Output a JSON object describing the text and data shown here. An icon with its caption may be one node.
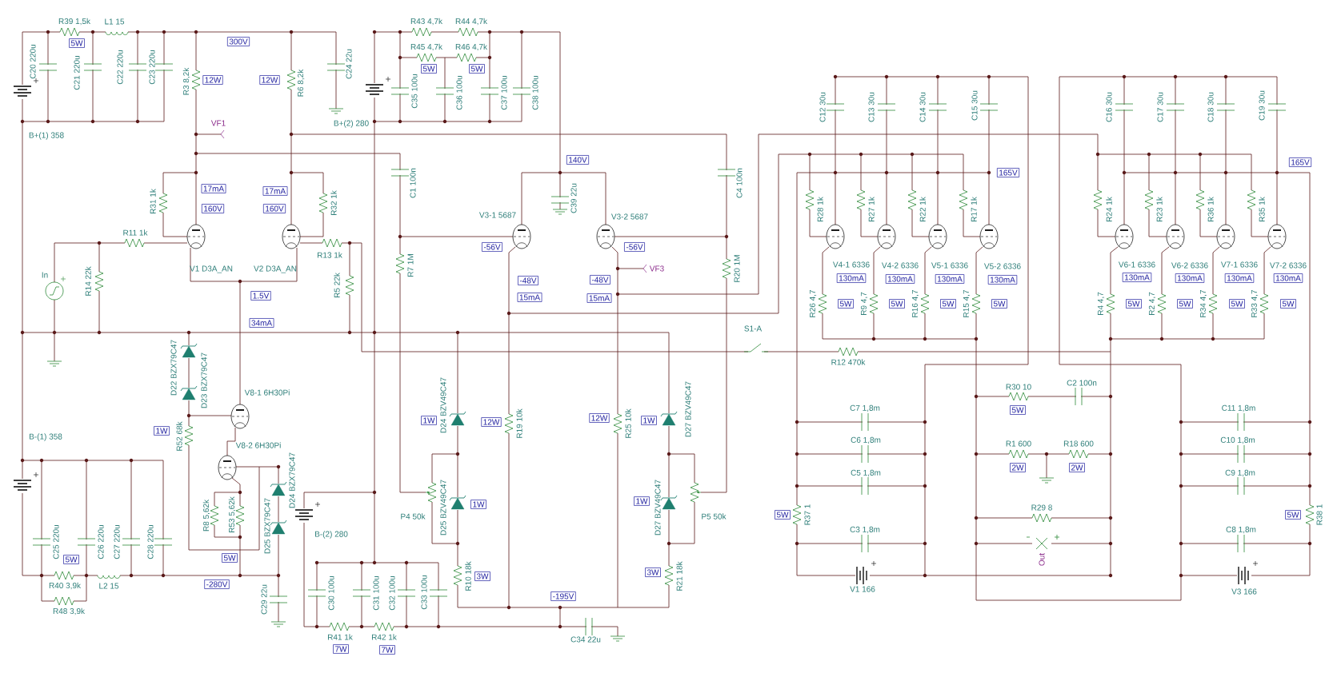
{
  "diagram": {
    "labels": [
      "R39 1,5k",
      "L1 15",
      "R43 4,7k",
      "R44 4,7k",
      "5W",
      "300V",
      "R45 4,7k",
      "R46 4,7k",
      "5W",
      "5W",
      "C20 220u",
      "C21 220u",
      "C22 220u",
      "C23 220u",
      "R3 8,2k",
      "12W",
      "12W",
      "R6 8,2k",
      "C24 22u",
      "C35 100u",
      "C36 100u",
      "C37 100u",
      "C38 100u",
      "C12 30u",
      "C13 30u",
      "C14 30u",
      "C15 30u",
      "C16 30u",
      "C17 30u",
      "C18 30u",
      "C19 30u",
      "VF1",
      "B+(2) 280",
      "B+(1) 358",
      "140V",
      "165V",
      "165V",
      "R31 1k",
      "17mA",
      "160V",
      "17mA",
      "160V",
      "R32 1k",
      "C1 100n",
      "C39 22u",
      "C4 100n",
      "R28 1k",
      "R27 1k",
      "R22 1k",
      "R17 1k",
      "R24 1k",
      "R23 1k",
      "R36 1k",
      "R35 1k",
      "V3-1 5687",
      "V3-2 5687",
      "R11 1k",
      "-56V",
      "-56V",
      "R13 1k",
      "In",
      "R14 22k",
      "V1 D3A_AN",
      "V2 D3A_AN",
      "R5 22k",
      "R7 1M",
      "-48V",
      "-48V",
      "VF3",
      "R20 1M",
      "V4-1 6336",
      "130mA",
      "V4-2 6336",
      "130mA",
      "V5-1 6336",
      "130mA",
      "V5-2 6336",
      "130mA",
      "V6-1 6336",
      "130mA",
      "V6-2 6336",
      "130mA",
      "V7-1 6336",
      "130mA",
      "V7-2 6336",
      "130mA",
      "1.5V",
      "15mA",
      "15mA",
      "R26 4,7",
      "5W",
      "R9 4,7",
      "5W",
      "R16 4,7",
      "5W",
      "R15 4,7",
      "5W",
      "R4 4,7",
      "5W",
      "R2 4,7",
      "5W",
      "R34 4,7",
      "5W",
      "R33 4,7",
      "5W",
      "34mA",
      "S1-A",
      "R12 470k",
      "D22 BZX79C47",
      "D23 BZX79C47",
      "R30 10",
      "C2 100n",
      "V8-1 6H30Pi",
      "D24 BZV49C47",
      "D27 BZV49C47",
      "C7 1,8m",
      "5W",
      "C11 1,8m",
      "1W",
      "12W",
      "R19 10k",
      "12W",
      "R25 10k",
      "1W",
      "1W",
      "R52 68k",
      "B-(1) 358",
      "V8-2 6H30Pi",
      "C6 1,8m",
      "R1 600",
      "R18 600",
      "C10 1,8m",
      "2W",
      "2W",
      "C5 1,8m",
      "C9 1,8m",
      "D24 BZX79C47",
      "1W",
      "1W",
      "D25 BZV49C47",
      "D27 BZV49C47",
      "R29 8",
      "R8 5,62k",
      "R53 5,62k",
      "P4 50k",
      "P5 50k",
      "5W",
      "R37 1",
      "5W",
      "R38 1",
      "D25 BZX79C47",
      "C3 1,8m",
      "C8 1,8m",
      "B-(2) 280",
      "C25 220u",
      "C26 220u",
      "C27 220u",
      "C28 220u",
      "5W",
      "5W",
      "Out",
      "R10 18k",
      "3W",
      "3W",
      "R21 18k",
      "R40 3,9k",
      "L2 15",
      "-280V",
      "V1 166",
      "V3 166",
      "C30 100u",
      "C31 100u",
      "C32 100u",
      "C33 100u",
      "-195V",
      "C29 22u",
      "R48 3,9k",
      "R41 1k",
      "R42 1k",
      "C34 22u",
      "7W",
      "7W"
    ]
  }
}
